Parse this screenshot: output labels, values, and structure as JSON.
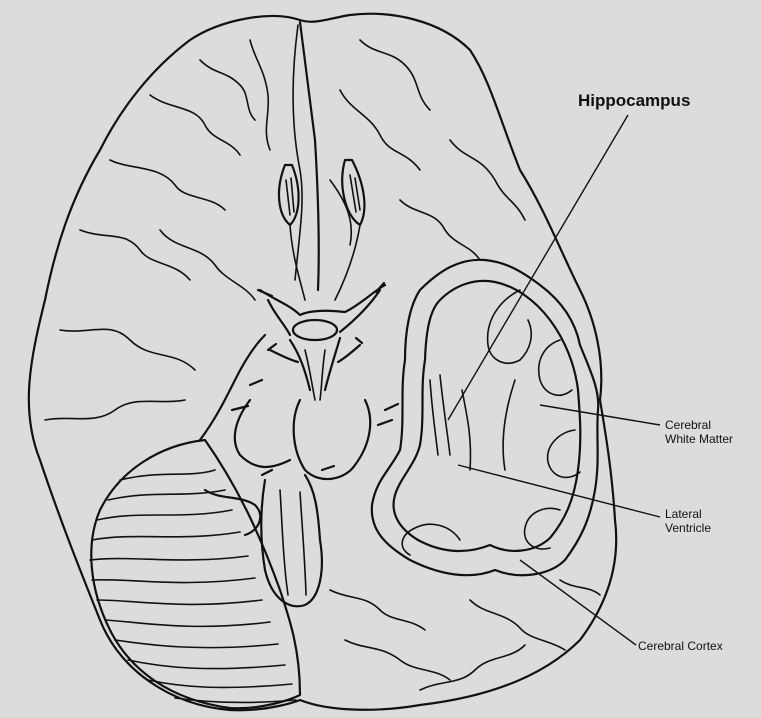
{
  "labels": {
    "hippocampus": "Hippocampus",
    "white_matter": "Cerebral\nWhite Matter",
    "lateral_ventricle": "Lateral\nVentricle",
    "cortex": "Cerebral Cortex"
  },
  "colors": {
    "background": "#dcdcdc",
    "ink": "#111111"
  }
}
